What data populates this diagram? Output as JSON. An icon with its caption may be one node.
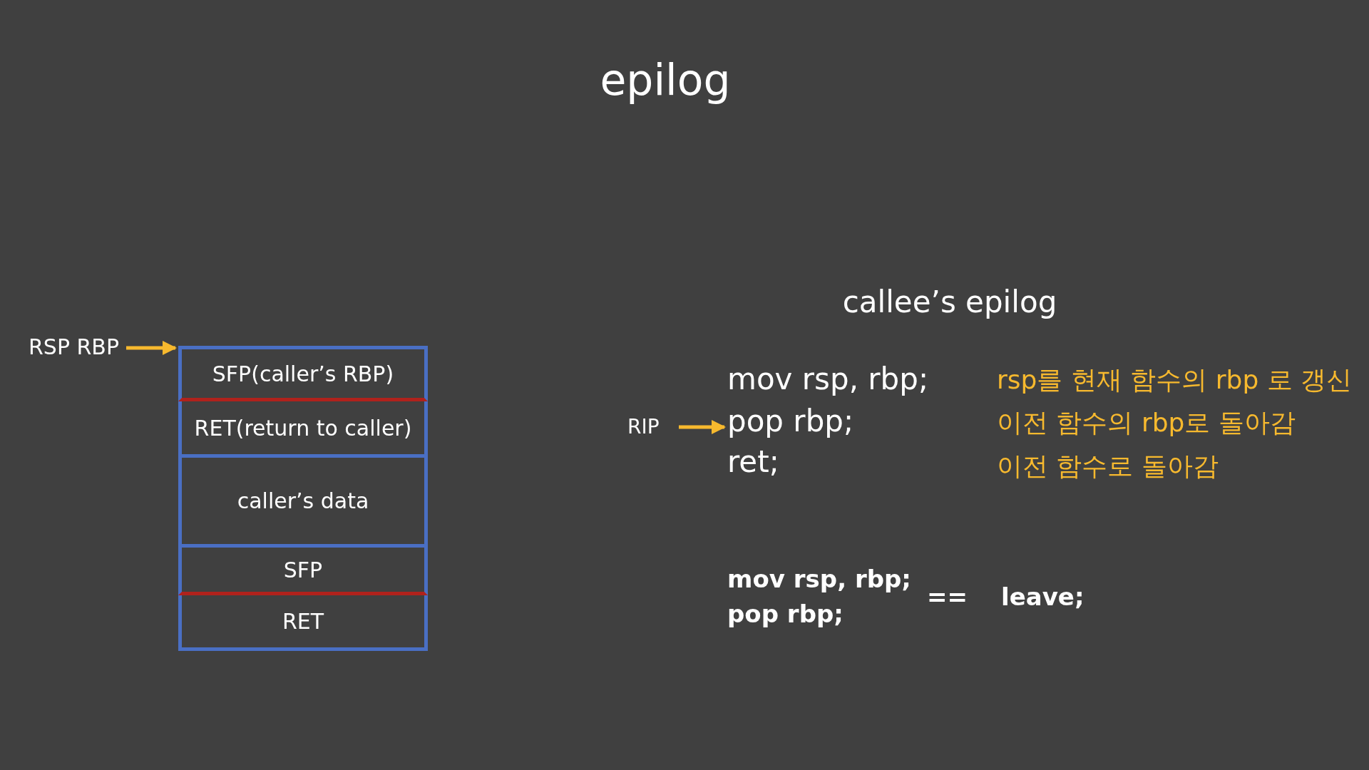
{
  "diagram": {
    "title": "epilog",
    "nodes": [
      {
        "text": [
          "RSP  RBP"
        ]
      },
      {
        "text": [
          "SFP(caller’s RBP)"
        ]
      },
      {
        "text": [
          "RET(return to caller)"
        ]
      },
      {
        "text": [
          "caller’s data"
        ]
      },
      {
        "text": [
          "SFP"
        ]
      },
      {
        "text": [
          "RET"
        ]
      },
      {
        "text": [
          "RIP"
        ]
      },
      {
        "text": [
          "pop rbp;"
        ]
      }
    ],
    "edges": [
      {
        "from": 0,
        "to": 1,
        "arrow": "to"
      },
      {
        "from": 6,
        "to": 7,
        "arrow": "to"
      }
    ],
    "labels": [
      "callee’s epilog",
      "mov rsp, rbp;",
      "ret;",
      "rsp를 현재 함수의 rbp 로 갱신",
      "이전 함수의 rbp로 돌아감",
      "이전 함수로 돌아감",
      "mov rsp, rbp;",
      "pop rbp;",
      "==",
      "leave;"
    ]
  }
}
